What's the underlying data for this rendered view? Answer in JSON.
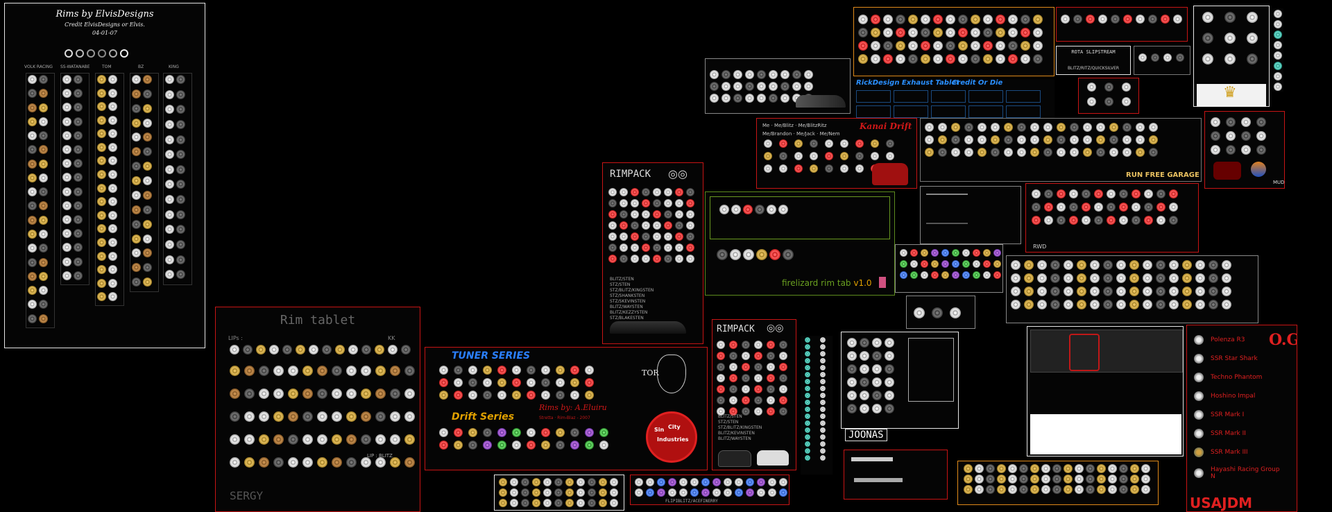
{
  "elvis": {
    "title": "Rims by ElvisDesigns",
    "credit": "Credit ElvisDesigns or Elvis.",
    "date": "04-01-07",
    "columns": [
      "VOLK RACING",
      "SS-WATANABE",
      "TOM",
      "BZ",
      "KING"
    ]
  },
  "rim_tablet": {
    "title": "Rim tablet",
    "lips_label": "LIPs :",
    "kk_label": "KK",
    "lip_blitz": "LIP : BLITZ",
    "author": "SERGY"
  },
  "rimpack1": {
    "title": "RIMPACK",
    "credits": [
      "BLITZ/STEN",
      "STZ/STEN",
      "STZ/BLITZ/KINGSTEN",
      "STZ/SHANKSTEN",
      "STZ/SKEVINSTEN",
      "BLITZ/WAYSTEN",
      "BLITZ/KEZZYSTEN",
      "STZ/BLAKESTEN"
    ]
  },
  "rimpack2": {
    "title": "RIMPACK",
    "credits": [
      "BLITZ/STEN",
      "STZ/STEN",
      "STZ/BLITZ/KINGSTEN",
      "BLITZ/KEVINSTEN",
      "BLITZ/WAYSTEN"
    ]
  },
  "tuner": {
    "title": "TUNER SERIES",
    "drift": "Drift Series",
    "byline": "Rims by: A.Eluiru",
    "sub": "Stretta · Rim-Blaz - 2007",
    "tor": "TOR",
    "logo_top": "Sin",
    "logo_mid": "City",
    "logo_bot": "Industries"
  },
  "firelizard": {
    "title": "firelizard rim tab",
    "version": "v1.0"
  },
  "kanai": {
    "title": "Kanai Drift",
    "links": [
      "Me",
      "Me/Blitz",
      "Me/BlitzRitz",
      "Me/Brandon",
      "Me/Jack",
      "Me/Nem"
    ]
  },
  "rickdesign": {
    "title": "RickDesign Exhaust Tablet",
    "credit": "Credit Or Die"
  },
  "runfree": {
    "label": "RUN FREE GARAGE"
  },
  "rota": {
    "label": "ROTA SLIPSTREAM",
    "sub": "BLITZ/RITZ/QUICKSILVER"
  },
  "rwd": {
    "label": "RWD"
  },
  "mud": {
    "label": "MUD"
  },
  "joonas": {
    "label": "JOONAS"
  },
  "ogjdm": {
    "title": "O.G.JDM",
    "footer": "USAJDM",
    "items": [
      "Polenza R3",
      "SSR Star Shark",
      "Techno Phantom",
      "Hoshino Impal",
      "SSR Mark I",
      "SSR Mark II",
      "SSR Mark III",
      "Hayashi Racing Group N"
    ]
  },
  "bottom": {
    "tag": "FLIPIBLITZ/ACEFINERRY"
  }
}
